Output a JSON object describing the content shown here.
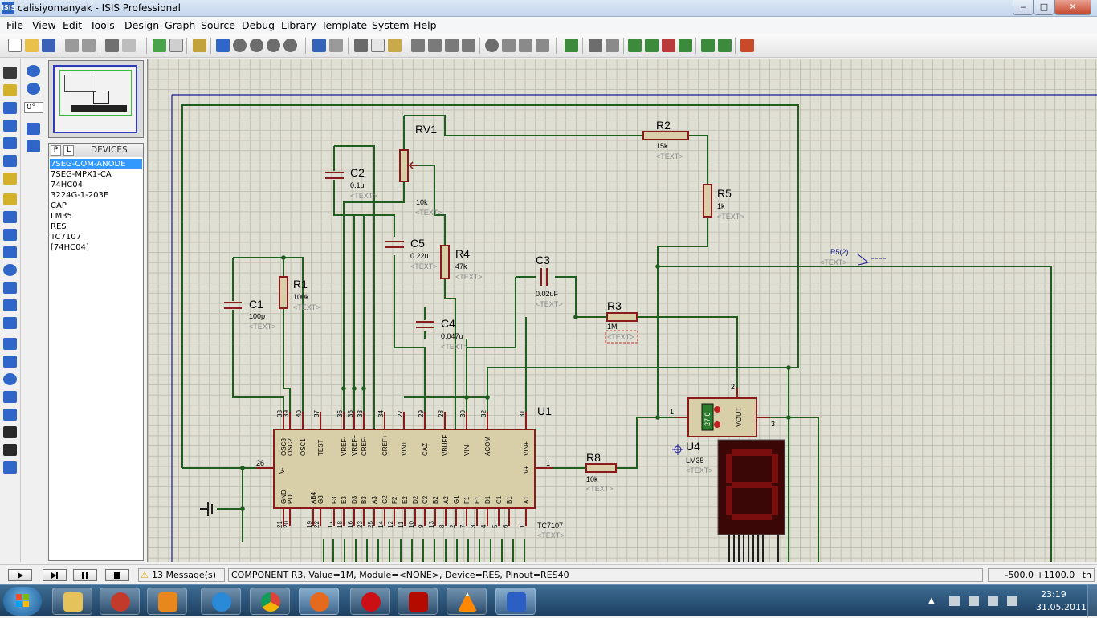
{
  "window": {
    "title": "calisiyomanyak - ISIS Professional",
    "icon_label": "ISIS",
    "min": "‒",
    "max": "□",
    "close": "✕"
  },
  "menu": [
    "File",
    "View",
    "Edit",
    "Tools",
    "Design",
    "Graph",
    "Source",
    "Debug",
    "Library",
    "Template",
    "System",
    "Help"
  ],
  "rotation": {
    "value": "0°"
  },
  "devices": {
    "header": "DEVICES",
    "p_label": "P",
    "l_label": "L",
    "items": [
      "7SEG-COM-ANODE",
      "7SEG-MPX1-CA",
      "74HC04",
      "3224G-1-203E",
      "CAP",
      "LM35",
      "RES",
      "TC7107",
      "[74HC04]"
    ],
    "selected": 0
  },
  "schematic": {
    "components": {
      "rv1": {
        "ref": "RV1",
        "value": "10k",
        "text": "<TEXT>"
      },
      "c2": {
        "ref": "C2",
        "value": "0.1u",
        "text": "<TEXT>"
      },
      "c5": {
        "ref": "C5",
        "value": "0.22u",
        "text": "<TEXT>"
      },
      "r4": {
        "ref": "R4",
        "value": "47k",
        "text": "<TEXT>"
      },
      "c1": {
        "ref": "C1",
        "value": "100p",
        "text": "<TEXT>"
      },
      "r1": {
        "ref": "R1",
        "value": "100k",
        "text": "<TEXT>"
      },
      "c4": {
        "ref": "C4",
        "value": "0.047u",
        "text": "<TEXT>"
      },
      "c3": {
        "ref": "C3",
        "value": "0.02uF",
        "text": "<TEXT>"
      },
      "r3": {
        "ref": "R3",
        "value": "1M",
        "text": "<TEXT>"
      },
      "r2": {
        "ref": "R2",
        "value": "15k",
        "text": "<TEXT>"
      },
      "r5": {
        "ref": "R5",
        "value": "1k",
        "text": "<TEXT>"
      },
      "r8": {
        "ref": "R8",
        "value": "10k",
        "text": "<TEXT>"
      },
      "u1": {
        "ref": "U1",
        "value": "TC7107",
        "text": "<TEXT>"
      },
      "u4": {
        "ref": "U4",
        "value": "LM35",
        "text": "<TEXT>",
        "display": "27.0",
        "vout": "VOUT"
      },
      "probe": {
        "label": "R5(2)",
        "text": "<TEXT>"
      }
    },
    "u1_top_pins": [
      {
        "num": "38",
        "name": "OSC3"
      },
      {
        "num": "39",
        "name": "OSC2"
      },
      {
        "num": "40",
        "name": "OSC1"
      },
      {
        "num": "37",
        "name": "TEST"
      },
      {
        "num": "36",
        "name": "VREF-"
      },
      {
        "num": "35",
        "name": "VREF+"
      },
      {
        "num": "33",
        "name": "CREF-"
      },
      {
        "num": "34",
        "name": "CREF+"
      },
      {
        "num": "27",
        "name": "VINT"
      },
      {
        "num": "29",
        "name": "CAZ"
      },
      {
        "num": "28",
        "name": "VBUFF"
      },
      {
        "num": "30",
        "name": "VIN-"
      },
      {
        "num": "32",
        "name": "ACOM"
      },
      {
        "num": "31",
        "name": "VIN+"
      }
    ],
    "u1_bottom_pins": [
      {
        "num": "21",
        "name": "GND"
      },
      {
        "num": "20",
        "name": "POL"
      },
      {
        "num": "19",
        "name": "AB4"
      },
      {
        "num": "22",
        "name": "G3"
      },
      {
        "num": "17",
        "name": "F3"
      },
      {
        "num": "18",
        "name": "E3"
      },
      {
        "num": "16",
        "name": "D3"
      },
      {
        "num": "23",
        "name": "B3"
      },
      {
        "num": "25",
        "name": "A3"
      },
      {
        "num": "14",
        "name": "G2"
      },
      {
        "num": "12",
        "name": "F2"
      },
      {
        "num": "11",
        "name": "E2"
      },
      {
        "num": "10",
        "name": "D2"
      },
      {
        "num": "9",
        "name": "C2"
      },
      {
        "num": "13",
        "name": "B2"
      },
      {
        "num": "8",
        "name": "A2"
      },
      {
        "num": "2",
        "name": "G1"
      },
      {
        "num": "7",
        "name": "F1"
      },
      {
        "num": "3",
        "name": "E1"
      },
      {
        "num": "4",
        "name": "D1"
      },
      {
        "num": "5",
        "name": "C1"
      },
      {
        "num": "6",
        "name": "B1"
      },
      {
        "num": "1",
        "name": "A1"
      }
    ],
    "u1_side": {
      "v_minus_num": "26",
      "v_minus": "V-",
      "v_plus_num": "1",
      "v_plus": "V+"
    },
    "u4_pins": {
      "p1": "1",
      "p2": "2",
      "p3": "3"
    }
  },
  "status": {
    "messages": "13 Message(s)",
    "text": "COMPONENT R3, Value=1M, Module=<NONE>, Device=RES, Pinout=RES40",
    "coords": "-500.0  +1100.0",
    "units": "th"
  },
  "taskbar": {
    "apps": [
      "explorer",
      "ccleaner",
      "media-player",
      "internet-explorer",
      "chrome",
      "firefox",
      "opera",
      "acrobat",
      "vlc",
      "isis"
    ],
    "time": "23:19",
    "date": "31.05.2011"
  },
  "colors": {
    "wire": "#1f5e1f",
    "component": "#8b1a1a",
    "pin": "#8b1a1a",
    "label_blue": "#1a1a99",
    "grid_bg": "#e0dfd3",
    "ic_fill": "#d8cfa8",
    "seg_red": "#7a0d0d"
  }
}
